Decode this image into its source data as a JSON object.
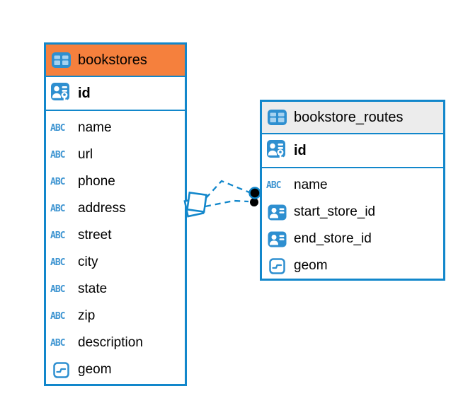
{
  "colors": {
    "accent_blue": "#1287CB",
    "icon_blue": "#2E8FD0",
    "header_orange": "#F5803D",
    "header_gray": "#ECECEC",
    "canvas_background": "#FFFFFF",
    "text": "#000000"
  },
  "type_icons": {
    "text_glyph": "ABC"
  },
  "tables": [
    {
      "name": "bookstores",
      "header_style": "orange",
      "primary_key": {
        "label": "id",
        "icon": "primary-key-icon"
      },
      "fields": [
        {
          "label": "name",
          "icon": "text-type-icon"
        },
        {
          "label": "url",
          "icon": "text-type-icon"
        },
        {
          "label": "phone",
          "icon": "text-type-icon"
        },
        {
          "label": "address",
          "icon": "text-type-icon"
        },
        {
          "label": "street",
          "icon": "text-type-icon"
        },
        {
          "label": "city",
          "icon": "text-type-icon"
        },
        {
          "label": "state",
          "icon": "text-type-icon"
        },
        {
          "label": "zip",
          "icon": "text-type-icon"
        },
        {
          "label": "description",
          "icon": "text-type-icon"
        },
        {
          "label": "geom",
          "icon": "geometry-type-icon"
        }
      ]
    },
    {
      "name": "bookstore_routes",
      "header_style": "gray",
      "primary_key": {
        "label": "id",
        "icon": "primary-key-icon"
      },
      "fields": [
        {
          "label": "name",
          "icon": "text-type-icon"
        },
        {
          "label": "start_store_id",
          "icon": "reference-type-icon"
        },
        {
          "label": "end_store_id",
          "icon": "reference-type-icon"
        },
        {
          "label": "geom",
          "icon": "geometry-type-icon"
        }
      ]
    }
  ],
  "relationships": [
    {
      "from_table": "bookstores",
      "to_table": "bookstore_routes",
      "via": "start_store_id",
      "style": "dashed"
    },
    {
      "from_table": "bookstores",
      "to_table": "bookstore_routes",
      "via": "end_store_id",
      "style": "dashed"
    }
  ]
}
